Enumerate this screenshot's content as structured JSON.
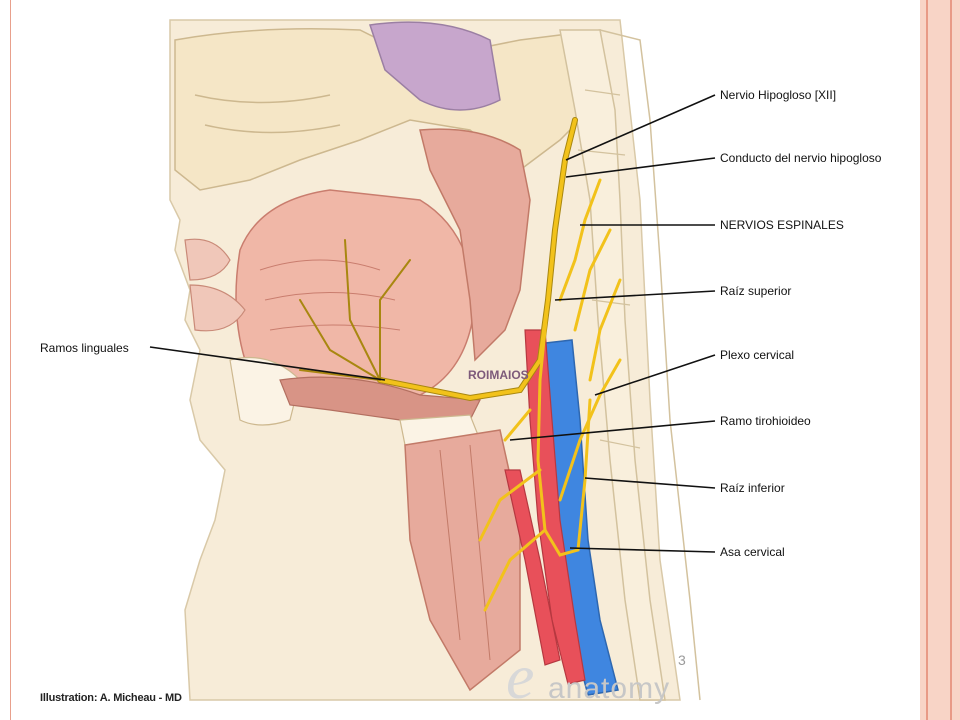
{
  "labels": {
    "left": [
      {
        "id": "ramos-linguales",
        "text": "Ramos linguales"
      }
    ],
    "right": [
      {
        "id": "nervio-hipogloso",
        "text": "Nervio Hipogloso [XII]"
      },
      {
        "id": "conducto",
        "text": "Conducto del nervio hipogloso"
      },
      {
        "id": "nervios-espinales",
        "text": "NERVIOS ESPINALES"
      },
      {
        "id": "raiz-superior",
        "text": "Raíz superior"
      },
      {
        "id": "plexo-cervical",
        "text": "Plexo cervical"
      },
      {
        "id": "ramo-tirohioideo",
        "text": "Ramo tirohioideo"
      },
      {
        "id": "raiz-inferior",
        "text": "Raíz inferior"
      },
      {
        "id": "asa-cervical",
        "text": "Asa cervical"
      }
    ]
  },
  "credit": "Illustration: A. Micheau - MD",
  "watermark": "anatomy",
  "watermark_mid": "ROIMAIOS",
  "page_number": "3",
  "colors": {
    "nerve": "#f2c21b",
    "nerve_outline": "#a88710",
    "artery": "#e8505a",
    "vein": "#3f86e0",
    "muscle": "#e7aa9c",
    "tongue": "#f0b7a7",
    "bone": "#f5e6c6",
    "skin": "#f7ecd8",
    "sinus": "#c7a6cc",
    "slide_border": "#f8d4c6"
  }
}
